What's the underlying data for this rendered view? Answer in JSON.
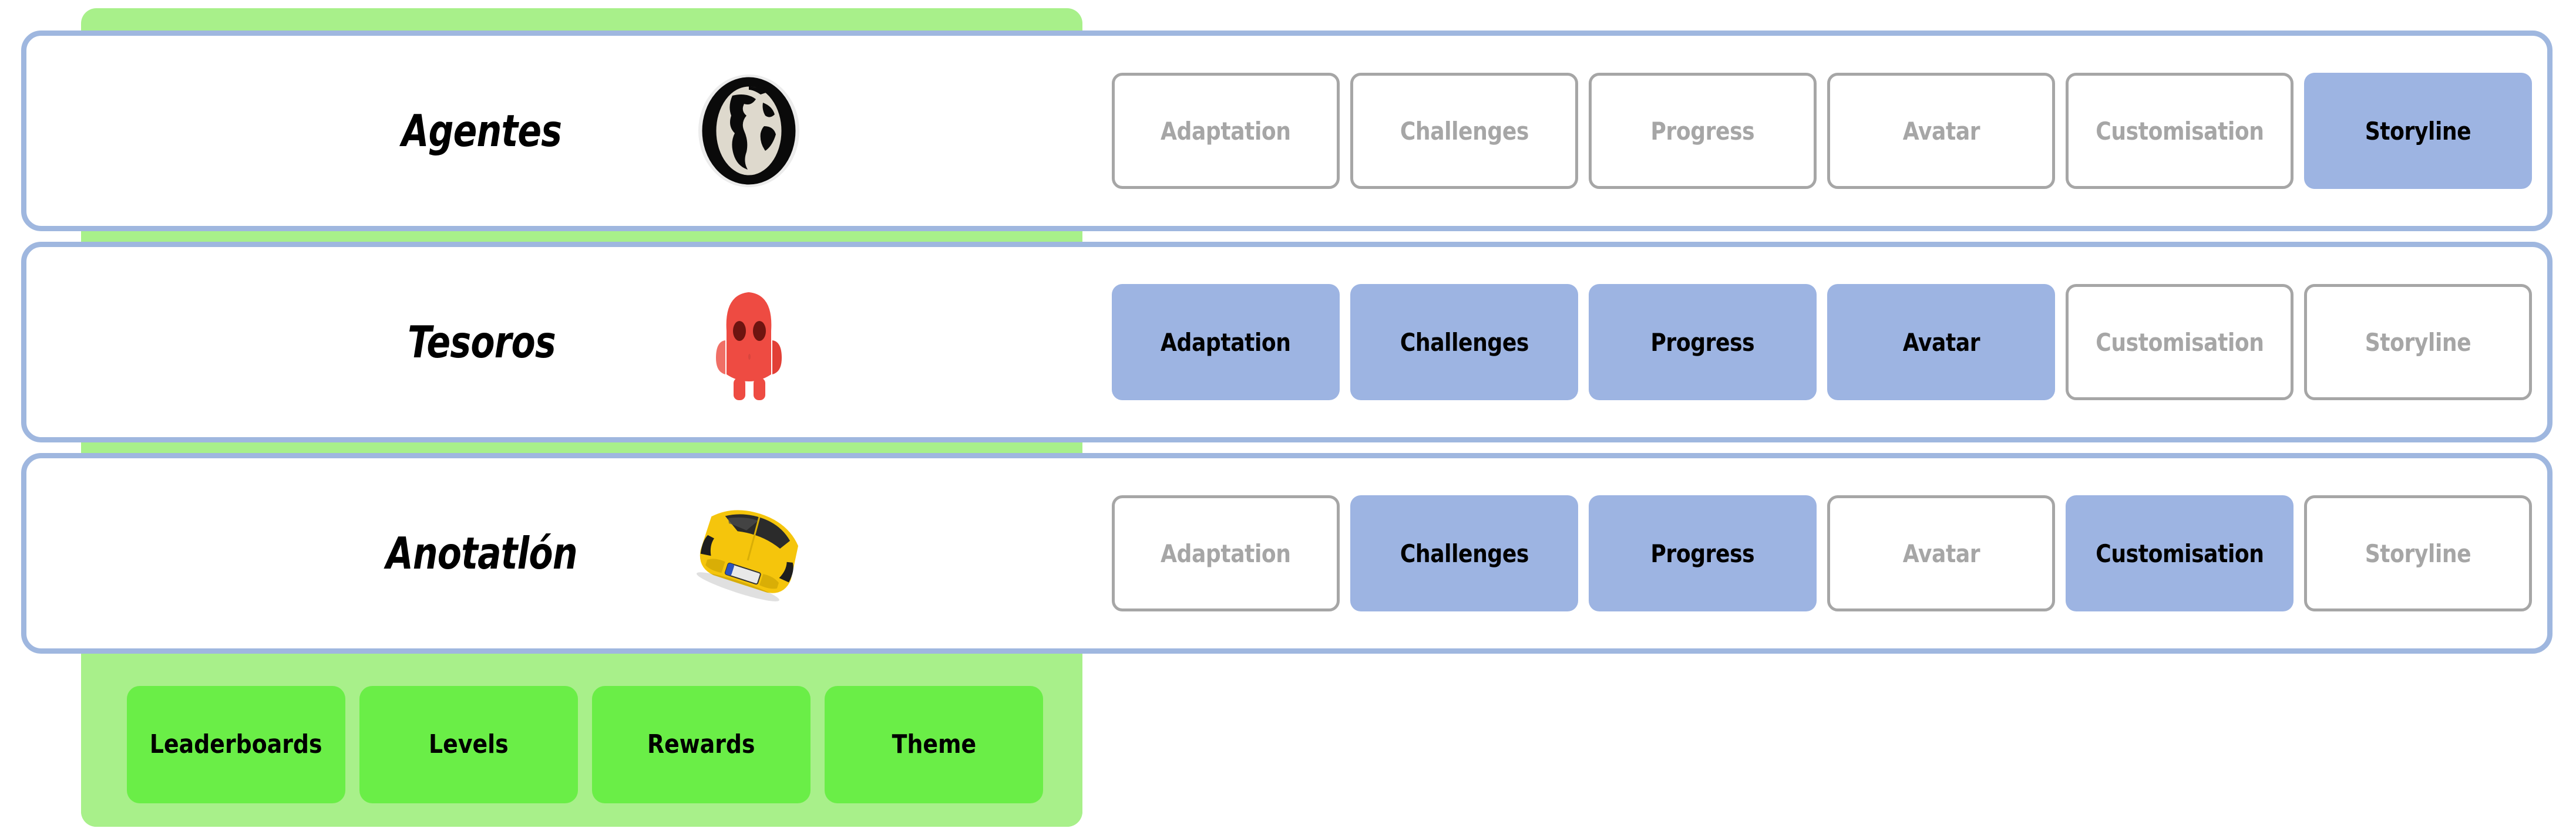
{
  "theme": {
    "accent_blue": "#9DB4E2",
    "panel_border_blue": "#9FB7DF",
    "band_green": "#A8F08A",
    "button_green": "#6AEE47",
    "inactive_gray": "#A6A6A6"
  },
  "feature_columns": [
    "Adaptation",
    "Challenges",
    "Progress",
    "Avatar",
    "Customisation",
    "Storyline"
  ],
  "rows": [
    {
      "name": "Agentes",
      "avatar_icon": "globe-icon",
      "features": [
        {
          "label": "Adaptation",
          "active": false
        },
        {
          "label": "Challenges",
          "active": false
        },
        {
          "label": "Progress",
          "active": false
        },
        {
          "label": "Avatar",
          "active": false
        },
        {
          "label": "Customisation",
          "active": false
        },
        {
          "label": "Storyline",
          "active": true
        }
      ]
    },
    {
      "name": "Tesoros",
      "avatar_icon": "red-blob-character-icon",
      "features": [
        {
          "label": "Adaptation",
          "active": true
        },
        {
          "label": "Challenges",
          "active": true
        },
        {
          "label": "Progress",
          "active": true
        },
        {
          "label": "Avatar",
          "active": true
        },
        {
          "label": "Customisation",
          "active": false
        },
        {
          "label": "Storyline",
          "active": false
        }
      ]
    },
    {
      "name": "Anotatlón",
      "avatar_icon": "yellow-sports-car-icon",
      "features": [
        {
          "label": "Adaptation",
          "active": false
        },
        {
          "label": "Challenges",
          "active": true
        },
        {
          "label": "Progress",
          "active": true
        },
        {
          "label": "Avatar",
          "active": false
        },
        {
          "label": "Customisation",
          "active": true
        },
        {
          "label": "Storyline",
          "active": false
        }
      ]
    }
  ],
  "common_features": [
    {
      "label": "Leaderboards"
    },
    {
      "label": "Levels"
    },
    {
      "label": "Rewards"
    },
    {
      "label": "Theme"
    }
  ]
}
